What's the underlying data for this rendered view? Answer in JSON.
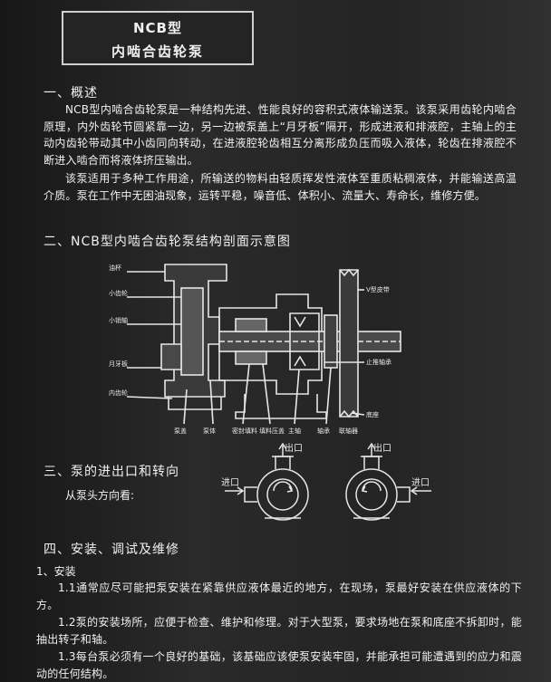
{
  "title": {
    "line1": "NCB型",
    "line2": "内啮合齿轮泵"
  },
  "section1": {
    "heading": "一、概述",
    "p1": "NCB型内啮合齿轮泵是一种结构先进、性能良好的容积式液体输送泵。该泵采用齿轮内啮合原理，内外齿轮节圆紧靠一边，另一边被泵盖上“月牙板”隔开，形成进液和排液腔，主轴上的主动内齿轮带动其中小齿同向转动，在进液腔轮齿相互分离形成负压而吸入液体，轮齿在排液腔不断进入啮合而将液体挤压输出。",
    "p2": "该泵适用于多种工作用途，所输送的物料由轻质挥发性液体至重质粘稠液体，并能输送高温介质。泵在工作中无困油现象，运转平稳，噪音低、体积小、流量大、寿命长，维修方便。"
  },
  "section2": {
    "heading": "二、NCB型内啮合齿轮泵结构剖面示意图",
    "labels": {
      "pump_cover": "泵盖",
      "small_gear": "小齿轮",
      "small_shaft": "小销轴",
      "v_belt": "V型皮带",
      "coupling": "联轴器",
      "bearing": "轴承",
      "sealing": "密封填料",
      "packing_gland": "填料压盖",
      "pump_body": "泵体",
      "main_shaft": "主轴",
      "crescent": "月牙板",
      "thrust_bearing": "止推轴承",
      "inner_gear": "内齿轮",
      "oil_cup": "油杯",
      "base_plate": "底座"
    }
  },
  "section3": {
    "heading": "三、泵的进出口和转向",
    "view_text": "从泵头方向看:",
    "outlet": "出口",
    "inlet": "进口"
  },
  "section4": {
    "heading": "四、安装、调试及维修",
    "sub1": "1、安装",
    "p11": "1.1通常应尽可能把泵安装在紧靠供应液体最近的地方，在现场，泵最好安装在供应液体的下方。",
    "p12": "1.2泵的安装场所，应便于检查、维护和修理。对于大型泵，要求场地在泵和底座不拆卸时，能抽出转子和轴。",
    "p13": "1.3每台泵必须有一个良好的基础，该基础应该使泵安装牢固，并能承担可能遭遇到的应力和震动的任何结构。"
  }
}
